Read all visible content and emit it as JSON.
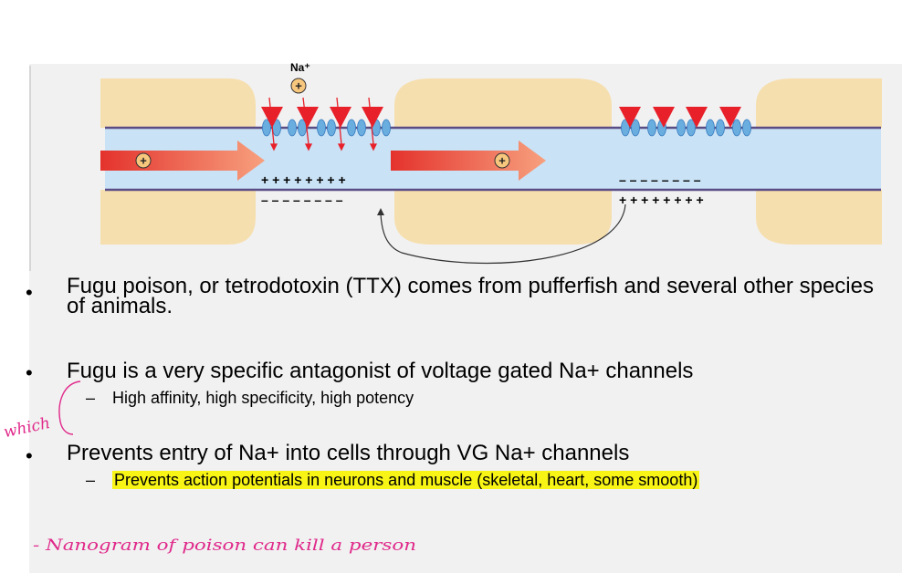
{
  "diagram": {
    "ion_label": "Na⁺",
    "positive_symbol": "+",
    "charges_plus": "+ + + + + + + +",
    "charges_minus": "– – – – – – – –",
    "colors": {
      "axon_fill": "#c9e2f5",
      "myelin_fill": "#f6dfae",
      "membrane_line": "#5a4d86",
      "channel": "#6aaee0",
      "toxin_arrow": "#e8202a",
      "current_arrow": "#ee5a3e"
    }
  },
  "bullets": [
    {
      "text": "Fugu poison, or tetrodotoxin (TTX) comes from pufferfish and several other species of animals.",
      "sub": []
    },
    {
      "text": "Fugu is a very specific antagonist of voltage gated Na+ channels",
      "sub": [
        "High affinity, high specificity, high potency"
      ]
    },
    {
      "text": "Prevents entry of Na+ into cells through VG Na+ channels",
      "sub": [
        "Prevents action potentials in neurons and muscle (skeletal, heart, some smooth)"
      ]
    }
  ],
  "bullet_symbol": "•",
  "dash_symbol": "–",
  "annotations": {
    "handwritten_which": "which",
    "handwritten_note": "- Nanogram of poison can kill a person",
    "ink_color": "#e0288a",
    "highlight_color": "#f7f416"
  }
}
